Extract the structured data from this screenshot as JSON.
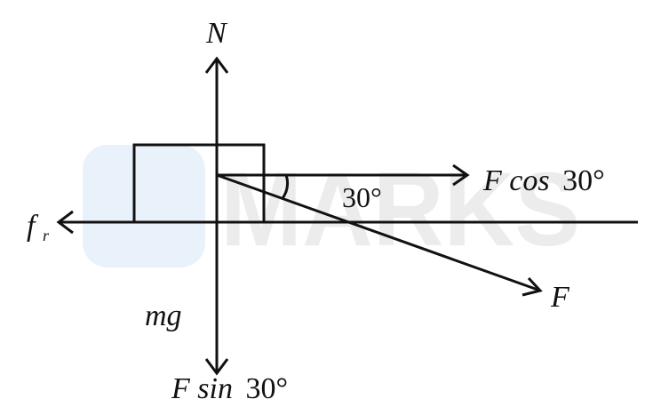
{
  "watermark": {
    "text": "MARKS",
    "text_color": "#ececec",
    "logo_color": "#e9f1fb"
  },
  "colors": {
    "ink": "#111111"
  },
  "labels": {
    "normal_force": "N",
    "applied_force": "F",
    "horizontal_component": {
      "prefix": "F cos",
      "angle": "30°"
    },
    "vertical_component": {
      "prefix": "F sin",
      "angle": "30°"
    },
    "weight": "mg",
    "friction": {
      "main": "f",
      "subscript": "r"
    },
    "angle": "30°"
  }
}
